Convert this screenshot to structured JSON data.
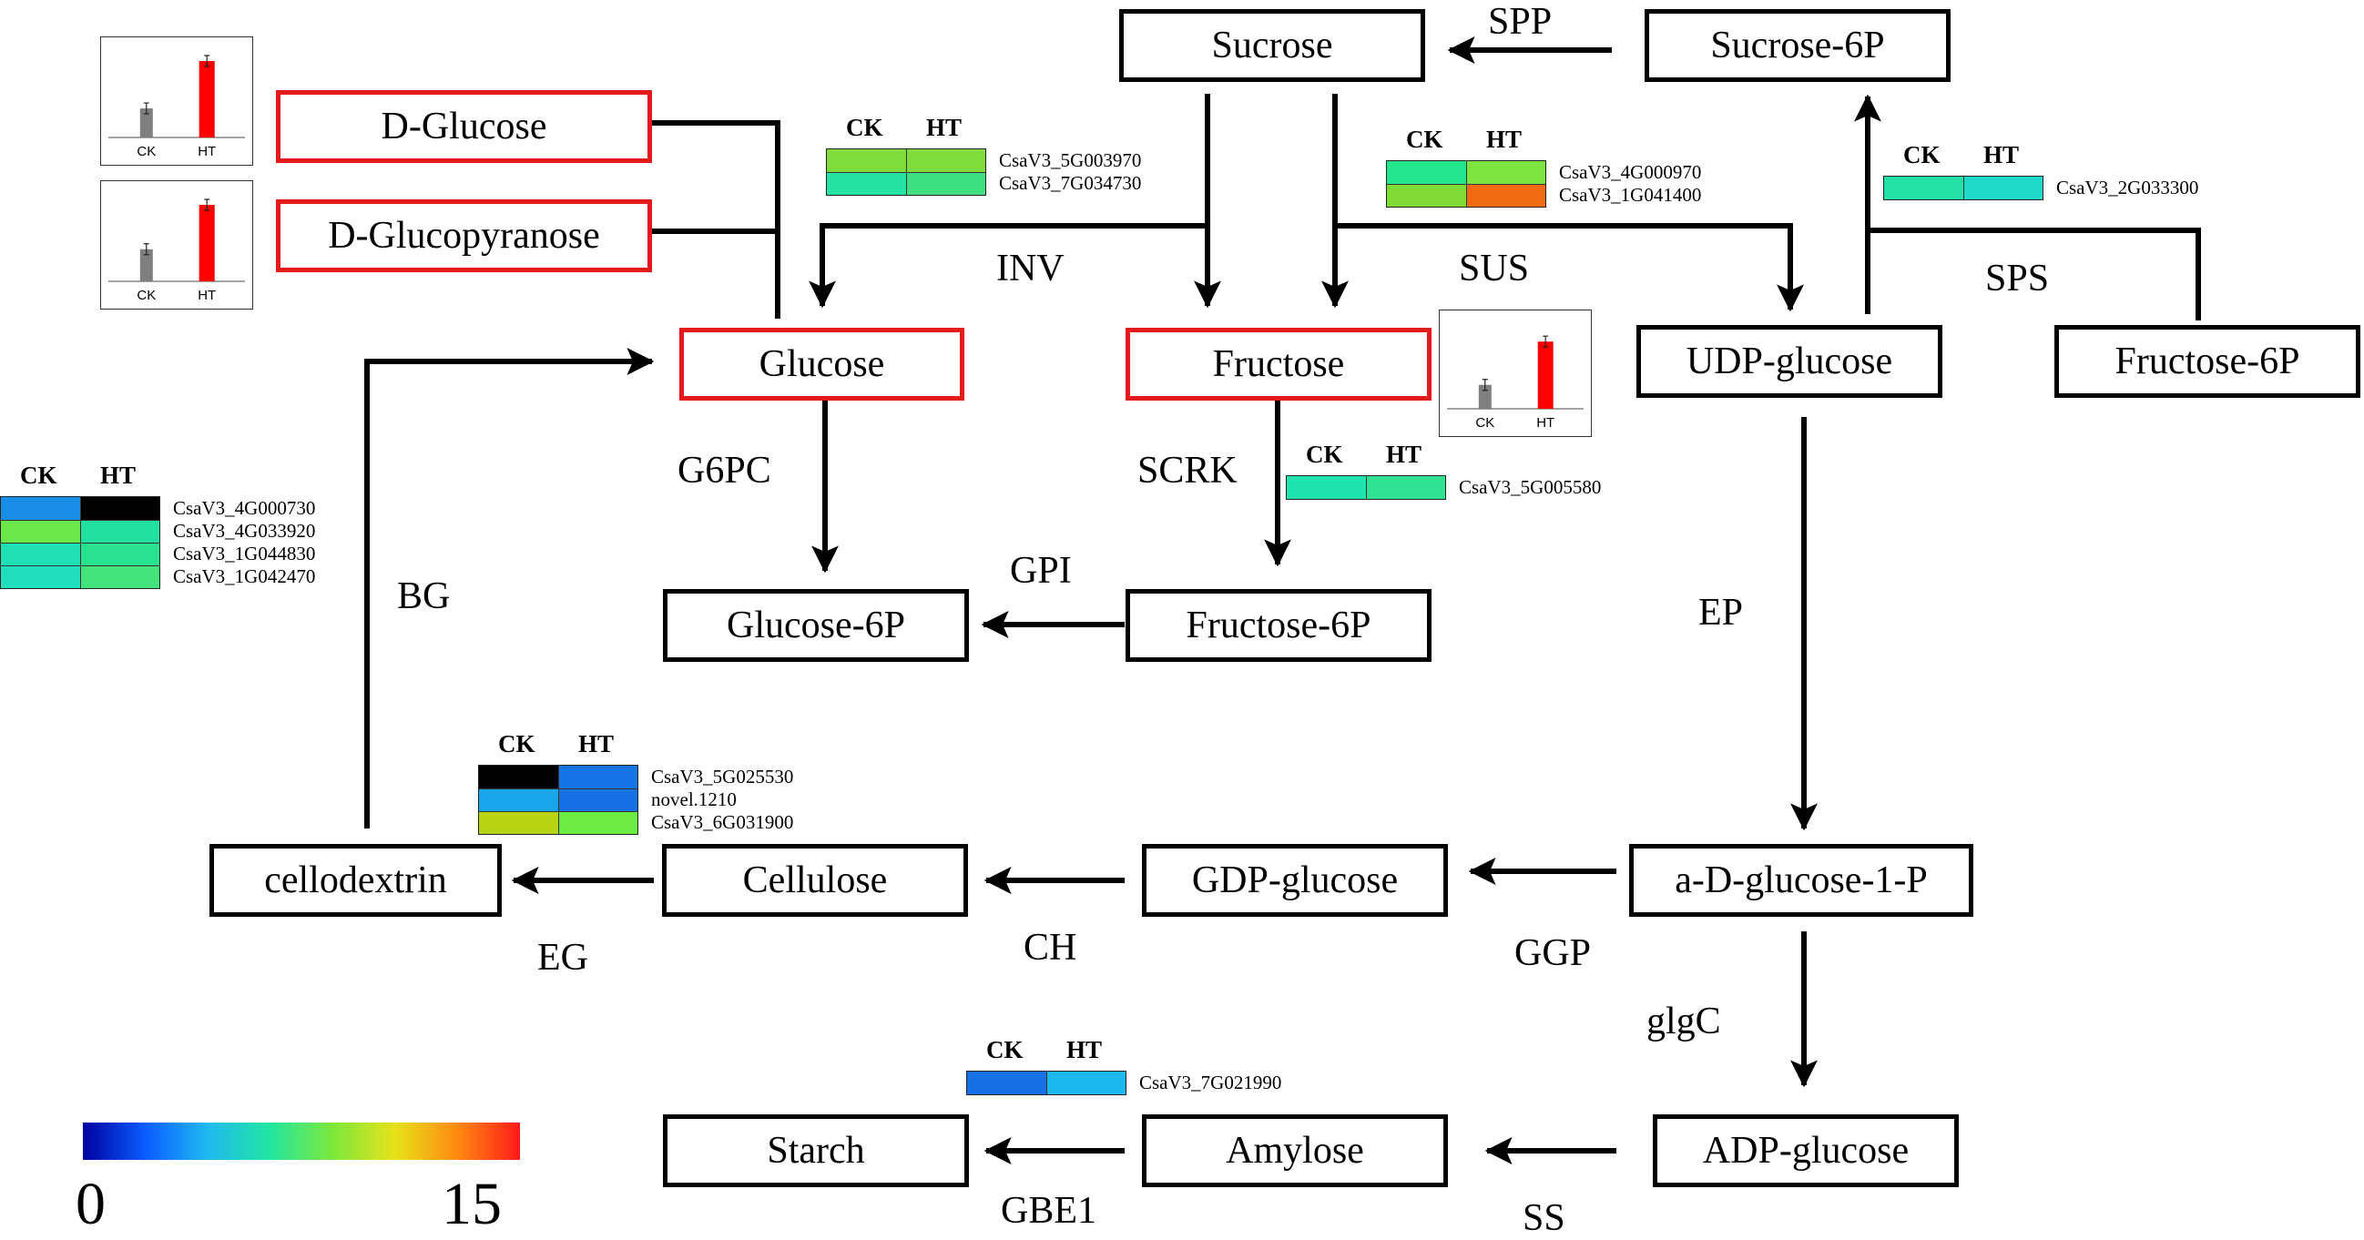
{
  "nodes": {
    "d_glucose": "D-Glucose",
    "d_glucopyranose": "D-Glucopyranose",
    "sucrose": "Sucrose",
    "sucrose_6p": "Sucrose-6P",
    "glucose": "Glucose",
    "fructose": "Fructose",
    "udp_glucose": "UDP-glucose",
    "fructose_6p_right": "Fructose-6P",
    "glucose_6p": "Glucose-6P",
    "fructose_6p": "Fructose-6P",
    "cellodextrin": "cellodextrin",
    "cellulose": "Cellulose",
    "gdp_glucose": "GDP-glucose",
    "a_d_glucose_1_p": "a-D-glucose-1-P",
    "starch": "Starch",
    "amylose": "Amylose",
    "adp_glucose": "ADP-glucose"
  },
  "enzymes": {
    "spp": "SPP",
    "inv": "INV",
    "sus": "SUS",
    "sps": "SPS",
    "g6pc": "G6PC",
    "scrk": "SCRK",
    "gpi": "GPI",
    "bg": "BG",
    "ep": "EP",
    "eg": "EG",
    "ch": "CH",
    "ggp": "GGP",
    "glgc": "glgC",
    "gbe1": "GBE1",
    "ss": "SS"
  },
  "heatmaps": [
    {
      "id": "inv",
      "col_labels": [
        "CK",
        "HT"
      ],
      "rows": [
        {
          "gene": "CsaV3_5G003970",
          "colors": [
            "#7fdc3a",
            "#7fdc3a"
          ]
        },
        {
          "gene": "CsaV3_7G034730",
          "colors": [
            "#24e3a4",
            "#3fe082"
          ]
        }
      ]
    },
    {
      "id": "sus",
      "col_labels": [
        "CK",
        "HT"
      ],
      "rows": [
        {
          "gene": "CsaV3_4G000970",
          "colors": [
            "#25e68c",
            "#7be43e"
          ]
        },
        {
          "gene": "CsaV3_1G041400",
          "colors": [
            "#80dc34",
            "#f26a10"
          ]
        }
      ]
    },
    {
      "id": "sps",
      "col_labels": [
        "CK",
        "HT"
      ],
      "rows": [
        {
          "gene": "CsaV3_2G033300",
          "colors": [
            "#22e0a6",
            "#1ed8c8"
          ]
        }
      ]
    },
    {
      "id": "scrk",
      "col_labels": [
        "CK",
        "HT"
      ],
      "rows": [
        {
          "gene": "CsaV3_5G005580",
          "colors": [
            "#1fe4ae",
            "#2ee394"
          ]
        }
      ]
    },
    {
      "id": "bg",
      "col_labels": [
        "CK",
        "HT"
      ],
      "rows": [
        {
          "gene": "CsaV3_4G000730",
          "colors": [
            "#1a8fe8",
            "#000000"
          ]
        },
        {
          "gene": "CsaV3_4G033920",
          "colors": [
            "#6ae84a",
            "#22e0a0"
          ]
        },
        {
          "gene": "CsaV3_1G044830",
          "colors": [
            "#1fdfb4",
            "#28e290"
          ]
        },
        {
          "gene": "CsaV3_1G042470",
          "colors": [
            "#1fdfbc",
            "#44e37c"
          ]
        }
      ]
    },
    {
      "id": "ch",
      "col_labels": [
        "CK",
        "HT"
      ],
      "rows": [
        {
          "gene": "CsaV3_5G025530",
          "colors": [
            "#000000",
            "#1674e6"
          ]
        },
        {
          "gene": "novel.1210",
          "colors": [
            "#1aa6ea",
            "#1672e4"
          ]
        },
        {
          "gene": "CsaV3_6G031900",
          "colors": [
            "#b8d214",
            "#6ceb44"
          ]
        }
      ]
    },
    {
      "id": "gbe1",
      "col_labels": [
        "CK",
        "HT"
      ],
      "rows": [
        {
          "gene": "CsaV3_7G021990",
          "colors": [
            "#1870e8",
            "#1ab8ec"
          ]
        }
      ]
    }
  ],
  "bar_charts": [
    {
      "id": "d_glucose",
      "categories": [
        "CK",
        "HT"
      ],
      "values": [
        0.38,
        1.0
      ],
      "colors": [
        "#7f7f7f",
        "#ff0000"
      ]
    },
    {
      "id": "d_glucopyranose",
      "categories": [
        "CK",
        "HT"
      ],
      "values": [
        0.42,
        1.0
      ],
      "colors": [
        "#7f7f7f",
        "#ff0000"
      ]
    },
    {
      "id": "fructose",
      "categories": [
        "CK",
        "HT"
      ],
      "values": [
        0.32,
        0.9
      ],
      "colors": [
        "#7f7f7f",
        "#ff0000"
      ]
    }
  ],
  "color_scale": {
    "min_label": "0",
    "max_label": "15",
    "stops": [
      "#0000a0",
      "#0a5cff",
      "#1fbaf0",
      "#22e6a0",
      "#7ce83c",
      "#e8e21a",
      "#ff8a10",
      "#ff1a1a"
    ]
  }
}
